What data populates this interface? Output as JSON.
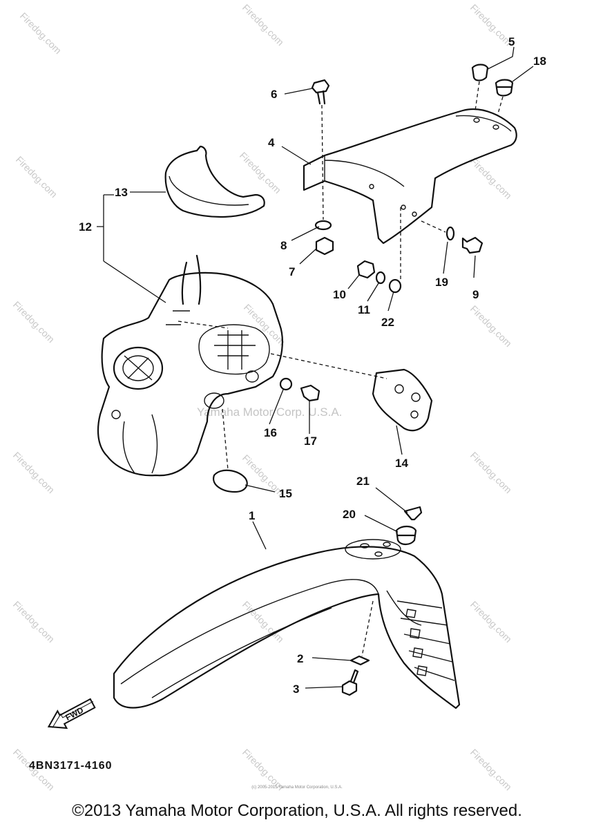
{
  "watermark": {
    "site": "Firedog.com",
    "center_text": "Yamaha Motor Corp. U.S.A."
  },
  "callouts": [
    "1",
    "2",
    "3",
    "4",
    "5",
    "6",
    "7",
    "8",
    "9",
    "10",
    "11",
    "12",
    "13",
    "14",
    "15",
    "16",
    "17",
    "18",
    "19",
    "20",
    "21",
    "22"
  ],
  "fwd_label": "FWD",
  "diagram_code": "4BN3171-4160",
  "small_copyright": "(c) 2005-2015 Yamaha Motor Corporation, U.S.A.",
  "copyright": "©2013 Yamaha Motor Corporation, U.S.A. All rights reserved."
}
